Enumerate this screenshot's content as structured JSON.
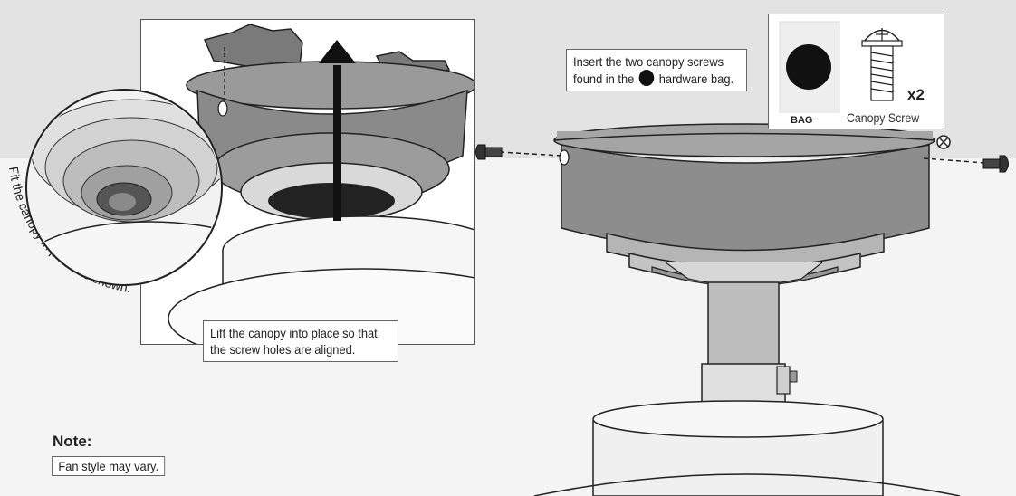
{
  "callouts": {
    "insert_line1": "Insert the two canopy screws",
    "insert_line2_pre": "found in the",
    "insert_line2_post": "hardware bag.",
    "lift_line1": "Lift the canopy into place so that",
    "lift_line2": "the screw holes are aligned."
  },
  "hardware": {
    "bag_label": "BAG",
    "screw_label": "Canopy Screw",
    "quantity": "x2",
    "icons": [
      "bag-dot-icon",
      "canopy-screw-icon",
      "screwdriver-icon",
      "phillips-head-icon"
    ]
  },
  "detail_caption": "Fit the canopy in place as shown.",
  "note": {
    "title": "Note:",
    "text": "Fan style may vary."
  },
  "colors": {
    "ceiling": "#e3e3e3",
    "canopy": "#8d8d8d",
    "canopy_dark": "#6f6f6f",
    "outline": "#222222",
    "background": "#f4f4f4"
  }
}
